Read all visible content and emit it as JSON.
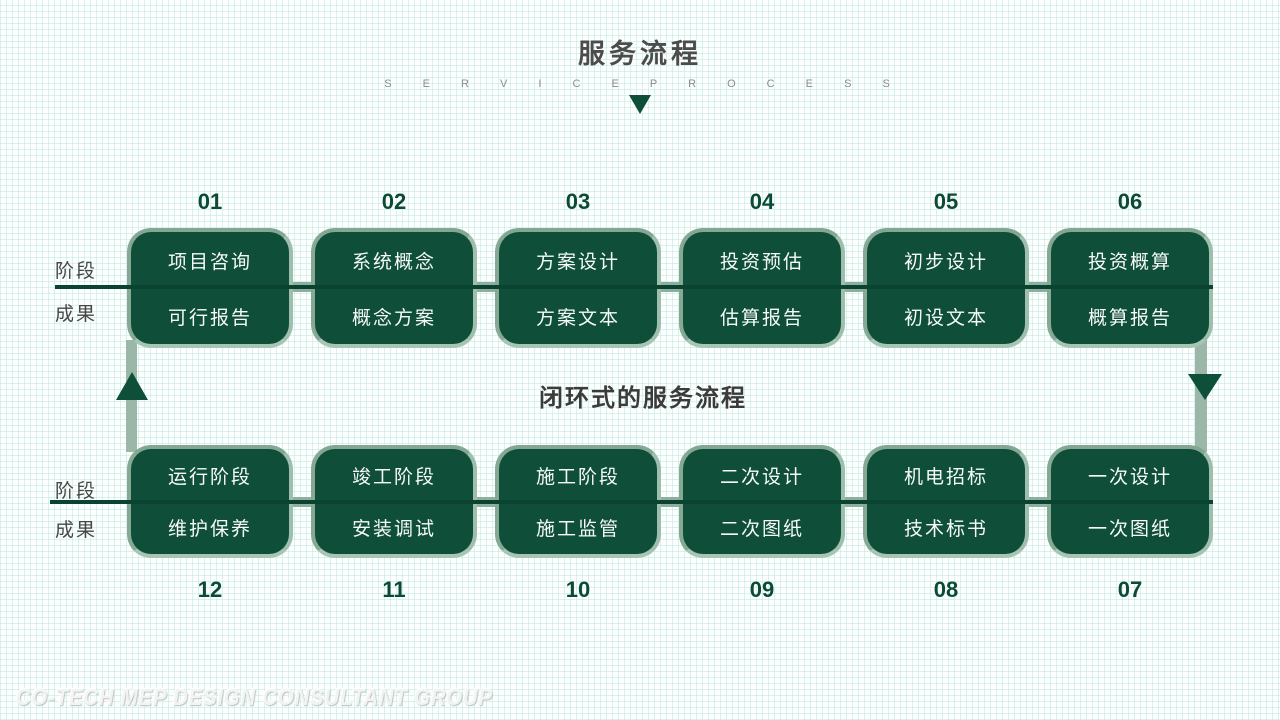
{
  "header": {
    "title_zh": "服务流程",
    "title_en": "S E R V I C E   P R O C E S S"
  },
  "labels": {
    "stage": "阶段",
    "result": "成果"
  },
  "loop_caption": "闭环式的服务流程",
  "top_row": [
    {
      "num": "01",
      "stage": "项目咨询",
      "result": "可行报告"
    },
    {
      "num": "02",
      "stage": "系统概念",
      "result": "概念方案"
    },
    {
      "num": "03",
      "stage": "方案设计",
      "result": "方案文本"
    },
    {
      "num": "04",
      "stage": "投资预估",
      "result": "估算报告"
    },
    {
      "num": "05",
      "stage": "初步设计",
      "result": "初设文本"
    },
    {
      "num": "06",
      "stage": "投资概算",
      "result": "概算报告"
    }
  ],
  "bottom_row": [
    {
      "num": "12",
      "stage": "运行阶段",
      "result": "维护保养"
    },
    {
      "num": "11",
      "stage": "竣工阶段",
      "result": "安装调试"
    },
    {
      "num": "10",
      "stage": "施工阶段",
      "result": "施工监管"
    },
    {
      "num": "09",
      "stage": "二次设计",
      "result": "二次图纸"
    },
    {
      "num": "08",
      "stage": "机电招标",
      "result": "技术标书"
    },
    {
      "num": "07",
      "stage": "一次设计",
      "result": "一次图纸"
    }
  ],
  "watermark": "CO-TECH MEP DESIGN CONSULTANT GROUP",
  "colors": {
    "box_fill": "#0f4e39",
    "box_border": "#92b2a1",
    "divider_line": "#0a4331",
    "connector_bar": "#9bb7a8",
    "accent_green": "#0e4f3a",
    "number_green": "#0c4a36",
    "title_gray": "#4c4c4c",
    "background": "#fdfffe"
  }
}
